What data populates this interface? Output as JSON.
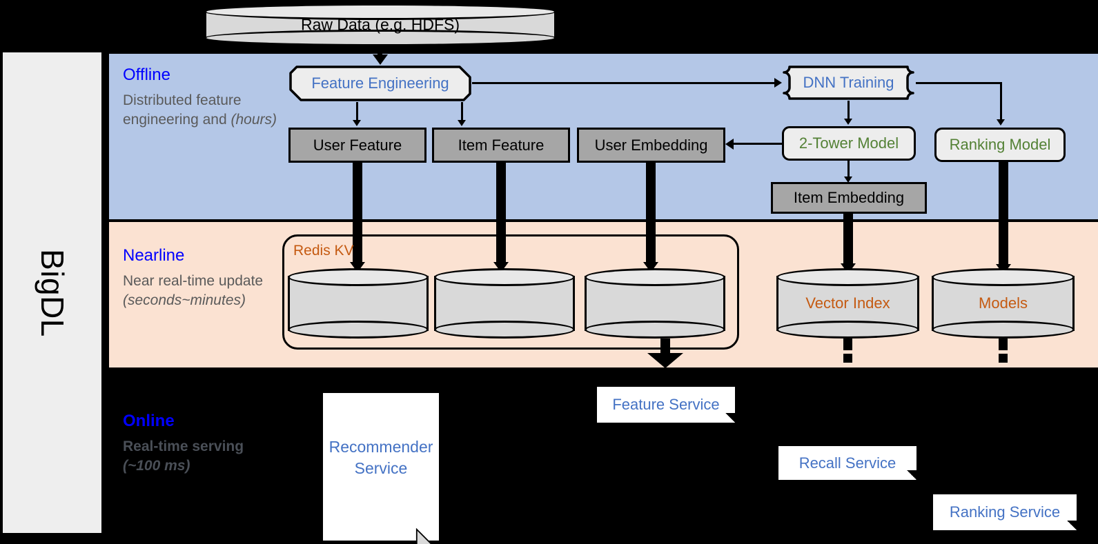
{
  "rail": {
    "label": "BigDL"
  },
  "source": {
    "label": "Raw Data (e.g. HDFS)",
    "icon": "database-cylinder-icon"
  },
  "bands": {
    "offline": {
      "title": "Offline",
      "description": "Distributed feature engineering and ",
      "description_italic": "(hours)",
      "color": "#b4c7e7"
    },
    "nearline": {
      "title": "Nearline",
      "description": "Near real-time update ",
      "description_italic": "(seconds~minutes)",
      "color": "#fbe2d2"
    },
    "online": {
      "title": "Online",
      "description": "Real-time serving ",
      "description_italic": "(~100 ms)",
      "color": "#000000"
    }
  },
  "offline_nodes": {
    "feature_engineering": "Feature Engineering",
    "dnn_training": "DNN Training",
    "user_feature": "User Feature",
    "item_feature": "Item Feature",
    "user_embedding": "User Embedding",
    "two_tower_model": "2-Tower Model",
    "ranking_model": "Ranking Model",
    "item_embedding": "Item Embedding"
  },
  "nearline_nodes": {
    "redis_group_label": "Redis KV",
    "store_user_feature": "",
    "store_item_feature": "",
    "store_user_embedding": "",
    "vector_index": "Vector Index",
    "models": "Models"
  },
  "online_nodes": {
    "recommender_service": "Recommender Service",
    "feature_service": "Feature Service",
    "recall_service": "Recall Service",
    "ranking_service": "Ranking Service"
  },
  "colors": {
    "band_offline": "#b4c7e7",
    "band_nearline": "#fbe2d2",
    "band_online": "#000000",
    "title_blue": "#0000ff",
    "text_gray": "#5a5a5a",
    "node_blue": "#4472c4",
    "node_green": "#538135",
    "store_orange": "#c55a11",
    "gray_box": "#a6a6a6",
    "light_box": "#ededed",
    "rail_bg": "#eeeeee"
  }
}
